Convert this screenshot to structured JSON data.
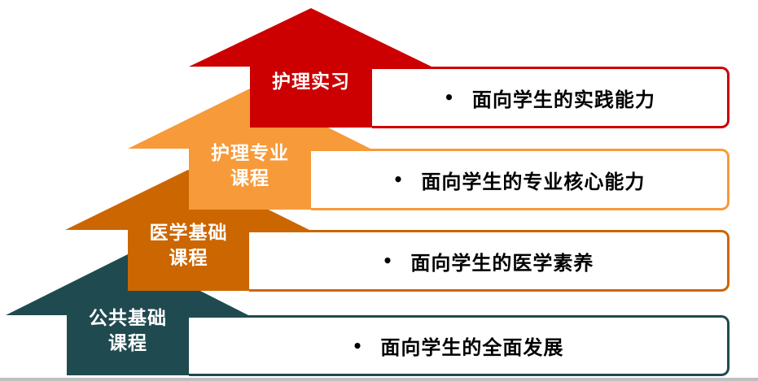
{
  "colors": {
    "level1": "#cc0000",
    "level2": "#f79a3a",
    "level3": "#cc6600",
    "level4": "#1f4a4f",
    "text": "#000000",
    "label_text": "#ffffff"
  },
  "levels": [
    {
      "id": "nursing-internship",
      "arrow_label_line1": "护理实习",
      "arrow_label_line2": "",
      "bullet": "•",
      "description": "面向学生的实践能力"
    },
    {
      "id": "nursing-professional-courses",
      "arrow_label_line1": "护理专业",
      "arrow_label_line2": "课程",
      "bullet": "•",
      "description": "面向学生的专业核心能力"
    },
    {
      "id": "medical-basic-courses",
      "arrow_label_line1": "医学基础",
      "arrow_label_line2": "课程",
      "bullet": "•",
      "description": "面向学生的医学素养"
    },
    {
      "id": "public-basic-courses",
      "arrow_label_line1": "公共基础",
      "arrow_label_line2": "课程",
      "bullet": "•",
      "description": "面向学生的全面发展"
    }
  ]
}
